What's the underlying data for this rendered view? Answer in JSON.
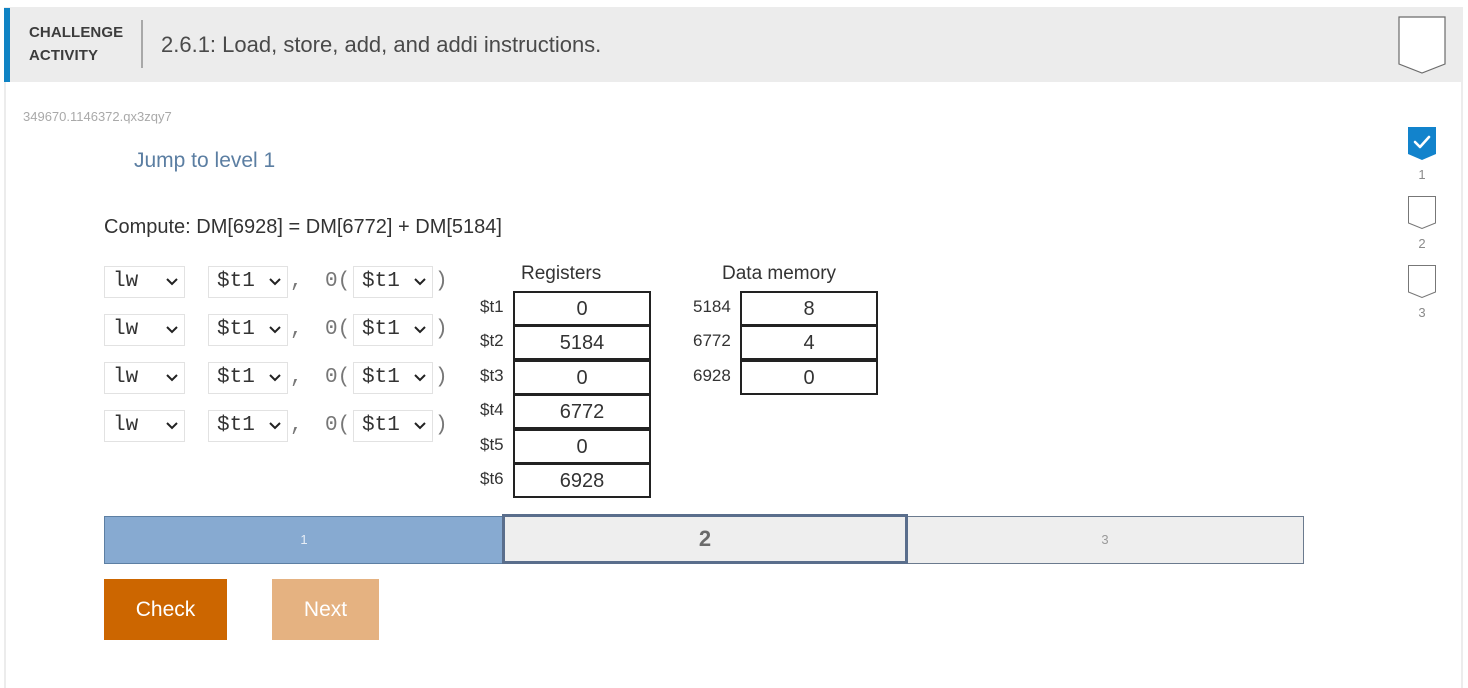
{
  "header": {
    "kind_line1": "CHALLENGE",
    "kind_line2": "ACTIVITY",
    "title": "2.6.1: Load, store, add, and addi instructions.",
    "accent_color": "#0f83c4"
  },
  "activity_id": "349670.1146372.qx3zqy7",
  "jump_link": "Jump to level 1",
  "prompt": "Compute: DM[6928] = DM[6772] + DM[5184]",
  "instructions": [
    {
      "op": "lw",
      "rt": "$t1",
      "comma": ",",
      "offset": "0(",
      "rs": "$t1",
      "close": ")"
    },
    {
      "op": "lw",
      "rt": "$t1",
      "comma": ",",
      "offset": "0(",
      "rs": "$t1",
      "close": ")"
    },
    {
      "op": "lw",
      "rt": "$t1",
      "comma": ",",
      "offset": "0(",
      "rs": "$t1",
      "close": ")"
    },
    {
      "op": "lw",
      "rt": "$t1",
      "comma": ",",
      "offset": "0(",
      "rs": "$t1",
      "close": ")"
    }
  ],
  "registers": {
    "title": "Registers",
    "rows": [
      {
        "name": "$t1",
        "value": "0"
      },
      {
        "name": "$t2",
        "value": "5184"
      },
      {
        "name": "$t3",
        "value": "0"
      },
      {
        "name": "$t4",
        "value": "6772"
      },
      {
        "name": "$t5",
        "value": "0"
      },
      {
        "name": "$t6",
        "value": "6928"
      }
    ]
  },
  "data_memory": {
    "title": "Data memory",
    "rows": [
      {
        "address": "5184",
        "value": "8"
      },
      {
        "address": "6772",
        "value": "4"
      },
      {
        "address": "6928",
        "value": "0"
      }
    ]
  },
  "levels": [
    {
      "label": "1",
      "state": "completed"
    },
    {
      "label": "2",
      "state": "current"
    },
    {
      "label": "3",
      "state": "locked"
    }
  ],
  "buttons": {
    "check": "Check",
    "next": "Next",
    "check_color": "#cc6600",
    "next_color": "#e5b281"
  },
  "progress": [
    {
      "label": "1",
      "completed": true
    },
    {
      "label": "2",
      "completed": false
    },
    {
      "label": "3",
      "completed": false
    }
  ]
}
